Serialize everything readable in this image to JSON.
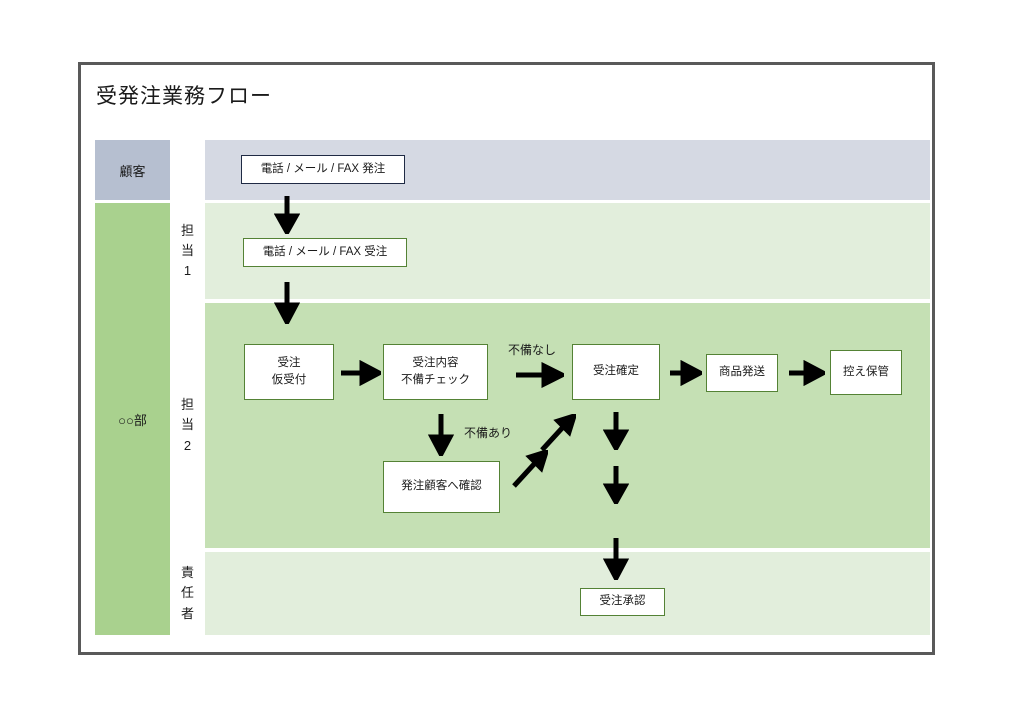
{
  "document": {
    "title": "受発注業務フロー",
    "frame_border_color": "#595959",
    "background": "#ffffff"
  },
  "swimlanes": {
    "dept_column": {
      "customer_label": "顧客",
      "department_label": "○○部",
      "customer_fill": "#b6bfd0",
      "department_fill": "#a9d18e"
    },
    "roles": [
      {
        "id": "customer",
        "label": "",
        "lane_fill": "#d5d9e3"
      },
      {
        "id": "tantou1",
        "label": "担当1",
        "lane_fill": "#e2eedc"
      },
      {
        "id": "tantou2",
        "label": "担当2",
        "lane_fill": "#c5e0b4"
      },
      {
        "id": "sekininsha",
        "label": "責任者",
        "lane_fill": "#e2eedc"
      }
    ],
    "role_label_chars": {
      "tantou1": [
        "担",
        "当",
        "1"
      ],
      "tantou2": [
        "担",
        "当",
        "2"
      ],
      "sekininsha": [
        "責",
        "任",
        "者"
      ]
    }
  },
  "nodes": {
    "order_placed": {
      "line1": "電話 / メール / FAX 発注",
      "lane": "customer",
      "border": "#1f2a44"
    },
    "order_received": {
      "line1": "電話 / メール / FAX 受注",
      "lane": "tantou1",
      "border": "#548235"
    },
    "provisional": {
      "line1": "受注",
      "line2": "仮受付",
      "lane": "tantou2",
      "border": "#548235"
    },
    "check": {
      "line1": "受注内容",
      "line2": "不備チェック",
      "lane": "tantou2",
      "border": "#548235"
    },
    "confirm_customer": {
      "line1": "発注顧客へ確認",
      "lane": "tantou2",
      "border": "#548235"
    },
    "order_fixed": {
      "line1": "受注確定",
      "lane": "tantou2",
      "border": "#548235"
    },
    "shipment": {
      "line1": "商品発送",
      "lane": "tantou2",
      "border": "#548235"
    },
    "archive": {
      "line1": "控え保管",
      "lane": "tantou2",
      "border": "#548235"
    },
    "approval": {
      "line1": "受注承認",
      "lane": "sekininsha",
      "border": "#548235"
    }
  },
  "captions": {
    "no_defect": "不備なし",
    "has_defect": "不備あり"
  },
  "icons": {
    "arrow_down": "arrow-down-icon",
    "arrow_right": "arrow-right-icon",
    "arrow_up_right": "arrow-up-right-icon"
  }
}
